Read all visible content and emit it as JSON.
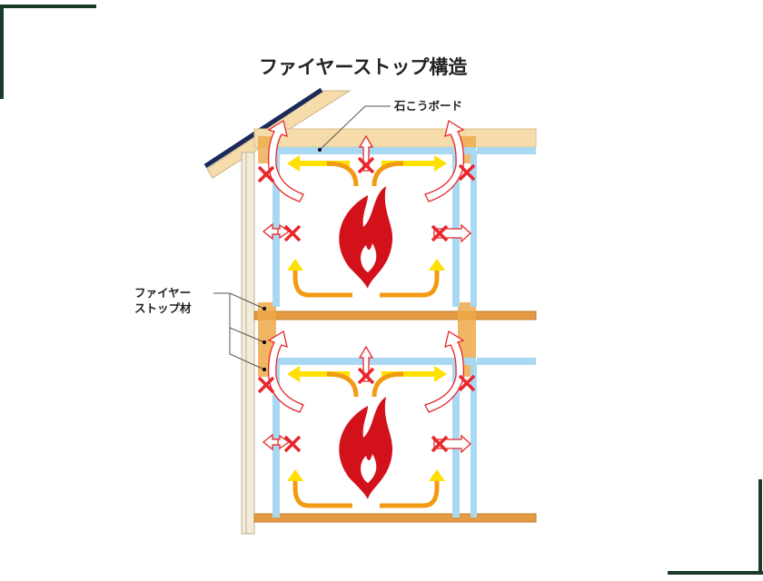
{
  "title": "ファイヤーストップ構造",
  "labels": {
    "gypsum_board": "石こうボード",
    "firestop_material_line1": "ファイヤー",
    "firestop_material_line2": "ストップ材"
  },
  "colors": {
    "frame": "#1c3a28",
    "flame": "#d3111b",
    "board": "#a9d9f2",
    "wood": "#f6dcaa",
    "firestop": "#eea94a",
    "arrow_yellow": "#ffe000",
    "arrow_orange": "#f29a12",
    "blocked": "#e8262b"
  }
}
